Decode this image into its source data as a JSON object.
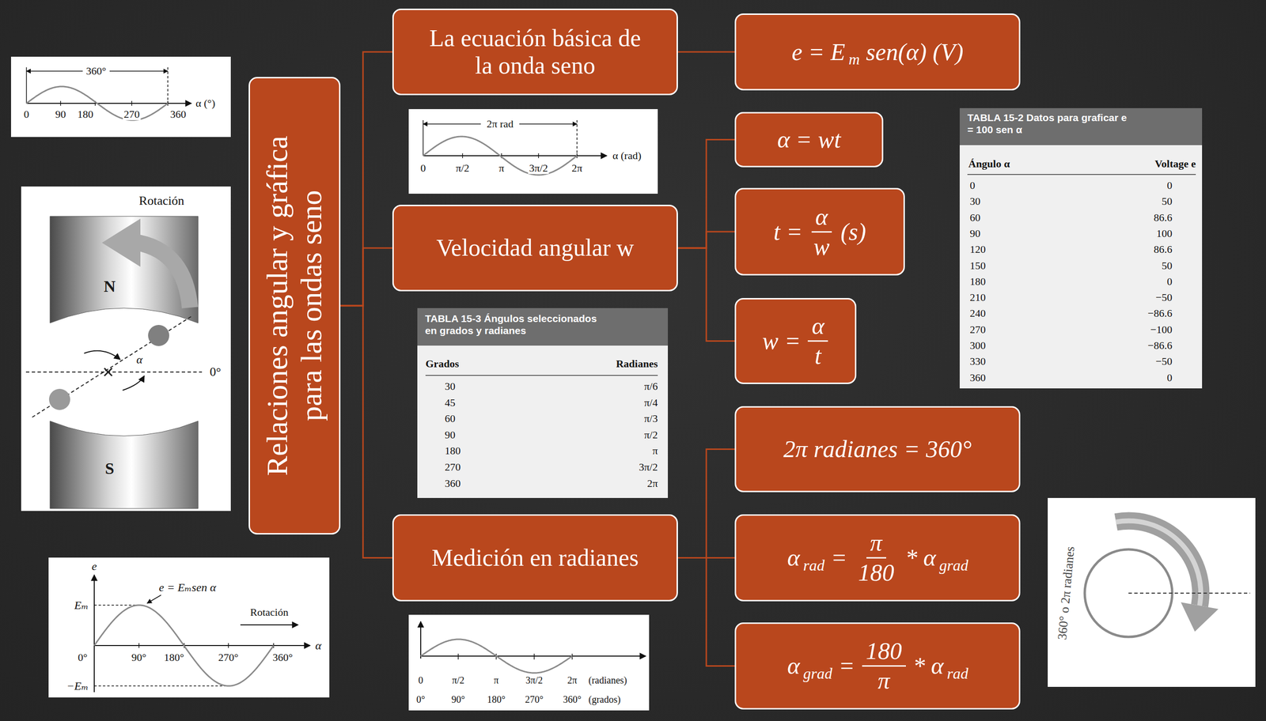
{
  "diagram": {
    "nodes": [
      {
        "text": [
          "Relaciones angular y gráfica para las ondas seno"
        ]
      },
      {
        "text": [
          "La ecuación básica de la onda seno"
        ]
      },
      {
        "text": [
          "e = E",
          "m",
          "sen(α) (V)"
        ]
      },
      {
        "text": [
          "Velocidad angular w"
        ]
      },
      {
        "text": [
          "α = wt"
        ]
      },
      {
        "text": [
          "t =",
          "α",
          "w",
          "(s)"
        ]
      },
      {
        "text": [
          "w =",
          "α",
          "t"
        ]
      },
      {
        "text": [
          "Medición en radianes"
        ]
      },
      {
        "text": [
          "2π radianes = 360°"
        ]
      },
      {
        "text": [
          "α",
          "rad",
          "=",
          "π",
          "180",
          "* α",
          "grad"
        ]
      },
      {
        "text": [
          "α",
          "grad",
          "=",
          "180",
          "π",
          "* α",
          "rad"
        ]
      }
    ],
    "edges": [
      {
        "from": 0,
        "to": 1,
        "arrow": "none"
      },
      {
        "from": 0,
        "to": 3,
        "arrow": "none"
      },
      {
        "from": 0,
        "to": 7,
        "arrow": "none"
      },
      {
        "from": 1,
        "to": 2,
        "arrow": "none"
      },
      {
        "from": 3,
        "to": 4,
        "arrow": "none"
      },
      {
        "from": 3,
        "to": 5,
        "arrow": "none"
      },
      {
        "from": 3,
        "to": 6,
        "arrow": "none"
      },
      {
        "from": 7,
        "to": 8,
        "arrow": "none"
      },
      {
        "from": 7,
        "to": 9,
        "arrow": "none"
      },
      {
        "from": 7,
        "to": 10,
        "arrow": "none"
      }
    ],
    "labels": [
      "360°",
      "0",
      "90",
      "180",
      "270",
      "360",
      "α (°)",
      "2π rad",
      "0",
      "π/2",
      "π",
      "3π/2",
      "2π",
      "α (rad)",
      "Rotación",
      "N",
      "S",
      "α",
      "0°",
      "e",
      "e = Eₘsen α",
      "Rotación",
      "Eₘ",
      "0°",
      "90°",
      "180°",
      "270°",
      "360°",
      "α",
      "−Eₘ",
      "TABLA 15-3 Ángulos seleccionados en grados y radianes",
      "Grados",
      "Radianes",
      "30",
      "π/6",
      "45",
      "π/4",
      "60",
      "π/3",
      "90",
      "π/2",
      "180",
      "π",
      "270",
      "3π/2",
      "360",
      "2π",
      "TABLA 15-2 Datos para graficar e = 100 sen α",
      "Ángulo α",
      "Voltage e",
      "0",
      "0",
      "30",
      "50",
      "60",
      "86.6",
      "90",
      "100",
      "120",
      "86.6",
      "150",
      "50",
      "180",
      "0",
      "210",
      "−50",
      "240",
      "−86.6",
      "270",
      "−100",
      "300",
      "−86.6",
      "330",
      "−50",
      "360",
      "0",
      "0",
      "π/2",
      "π",
      "3π/2",
      "2π",
      "(radianes)",
      "0°",
      "90°",
      "180°",
      "270°",
      "360°",
      "(grados)",
      "360° o 2π radianes"
    ]
  }
}
